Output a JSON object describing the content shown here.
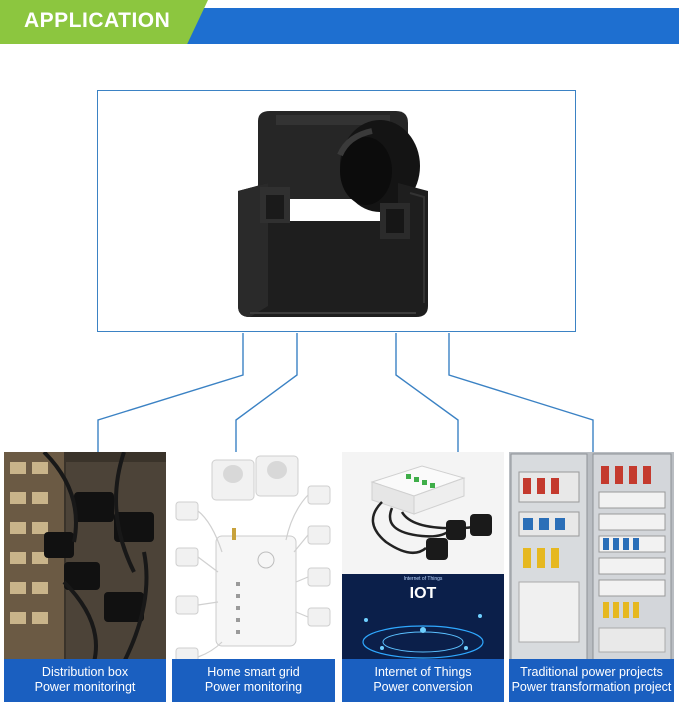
{
  "header": {
    "title": "APPLICATION",
    "colors": {
      "accent_green": "#8cc63f",
      "accent_blue": "#1e6fd0",
      "label_blue": "#1a5fc0"
    }
  },
  "product": {
    "image": "split-core-current-transformer",
    "color": "#1c1c1c"
  },
  "applications": [
    {
      "line1": "Distribution box",
      "line2": "Power monitoringt",
      "image": "distribution-box-wiring"
    },
    {
      "line1": "Home smart grid",
      "line2": "Power monitoring",
      "image": "smart-grid-hub-with-sensors"
    },
    {
      "line1": "Internet of Things",
      "line2": "Power conversion",
      "image": "iot-module-with-transformers",
      "overlay_text": "IOT",
      "overlay_small": "Internet of Things"
    },
    {
      "line1": "Traditional power projects",
      "line2": "Power transformation project",
      "image": "electrical-cabinet"
    }
  ]
}
